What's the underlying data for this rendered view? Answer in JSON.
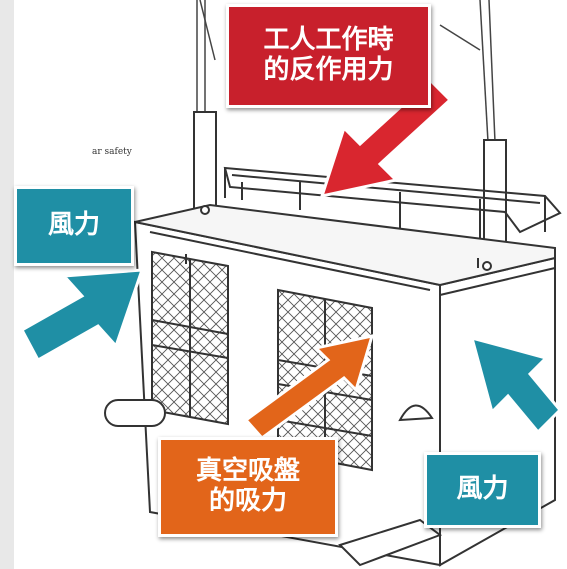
{
  "labels": {
    "worker_reaction": {
      "line1": "工人工作時",
      "line2": "的反作用力",
      "color": "#c8202c"
    },
    "suction": {
      "line1": "真空吸盤",
      "line2": "的吸力",
      "color": "#e2651a"
    },
    "wind_left": {
      "text": "風力",
      "color": "#1f8fa5"
    },
    "wind_right": {
      "text": "風力",
      "color": "#1f8fa5"
    }
  },
  "drawing_caption": "ar safety",
  "arrow_colors": {
    "red": "#d9262f",
    "orange": "#e2651a",
    "teal": "#1f8fa5"
  }
}
